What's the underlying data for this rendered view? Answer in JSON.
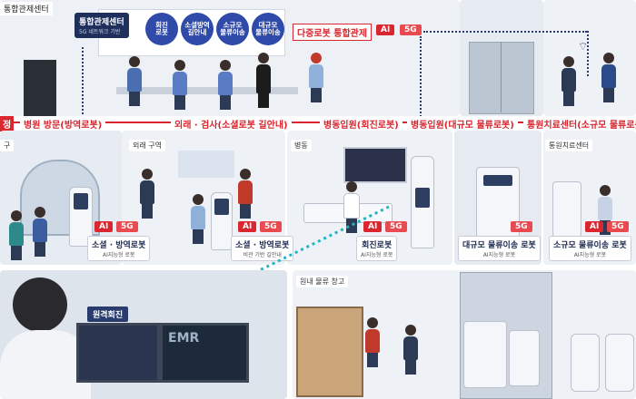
{
  "control_center": {
    "title": "통합관제센터",
    "sign_title": "통합관제센터",
    "sign_sub": "5G 네트워크 기반",
    "circles": [
      "회진\n로봇",
      "소셜방역\n길안내",
      "소규모\n물류이송",
      "대규모\n물류이송"
    ],
    "multi_robot": "다중로봇 통합관제"
  },
  "flow_labels": [
    "병원 방문(방역로봇)",
    "외래 · 검사(소셜로봇 길안내)",
    "병동입원(회진로봇)",
    "병동입원(대규모 물류로봇)",
    "통원치료센터(소규모 물류로봇)"
  ],
  "flow_left_fragment": "정",
  "areas": {
    "gu": "구",
    "outpatient": "외래 구역",
    "ward": "병동",
    "outpatient_center": "통원치료센터",
    "warehouse": "원내 물류 창고"
  },
  "badges": {
    "ai": "AI",
    "fiveg": "5G"
  },
  "robot_tags": [
    {
      "title": "소셜 · 방역로봇",
      "sub": "AI지능형 로봇"
    },
    {
      "title": "소셜 · 방역로봇",
      "sub": "비관 기반 길안내"
    },
    {
      "title": "회진로봇",
      "sub": "AI지능형 로봇"
    },
    {
      "title": "대규모 물류이송 로봇",
      "sub": "AI지능형 로봇"
    },
    {
      "title": "소규모 물류이송 로봇",
      "sub": "AI지능형 로봇"
    }
  ],
  "remote": {
    "label": "원격회진",
    "emr": "EMR"
  },
  "colors": {
    "accent_red": "#d9262f",
    "navy": "#2a3c6e",
    "circle_blue": "#2f4aa8"
  }
}
